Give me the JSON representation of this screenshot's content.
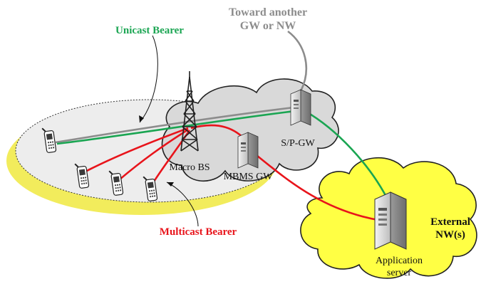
{
  "labels": {
    "toward_line1": "Toward another",
    "toward_line2": "GW or NW",
    "unicast": "Unicast Bearer",
    "multicast": "Multicast Bearer",
    "spgw": "S/P-GW",
    "mbmsgw": "MBMS GW",
    "macro_bs": "Macro BS",
    "external_line1": "External",
    "external_line2": "NW(s)",
    "app_line1": "Application",
    "app_line2": "server"
  },
  "colors": {
    "unicast": "#1aa552",
    "multicast": "#e8141b",
    "toward": "#8c8c8c",
    "cloud_core": "#d9d9d9",
    "cloud_external": "#ffff44",
    "coverage_shadow": "#f2ec5c",
    "coverage_area": "#ececec"
  },
  "icons": {
    "tower": "cell-tower-icon",
    "server": "server-icon",
    "phone": "mobile-phone-icon"
  }
}
